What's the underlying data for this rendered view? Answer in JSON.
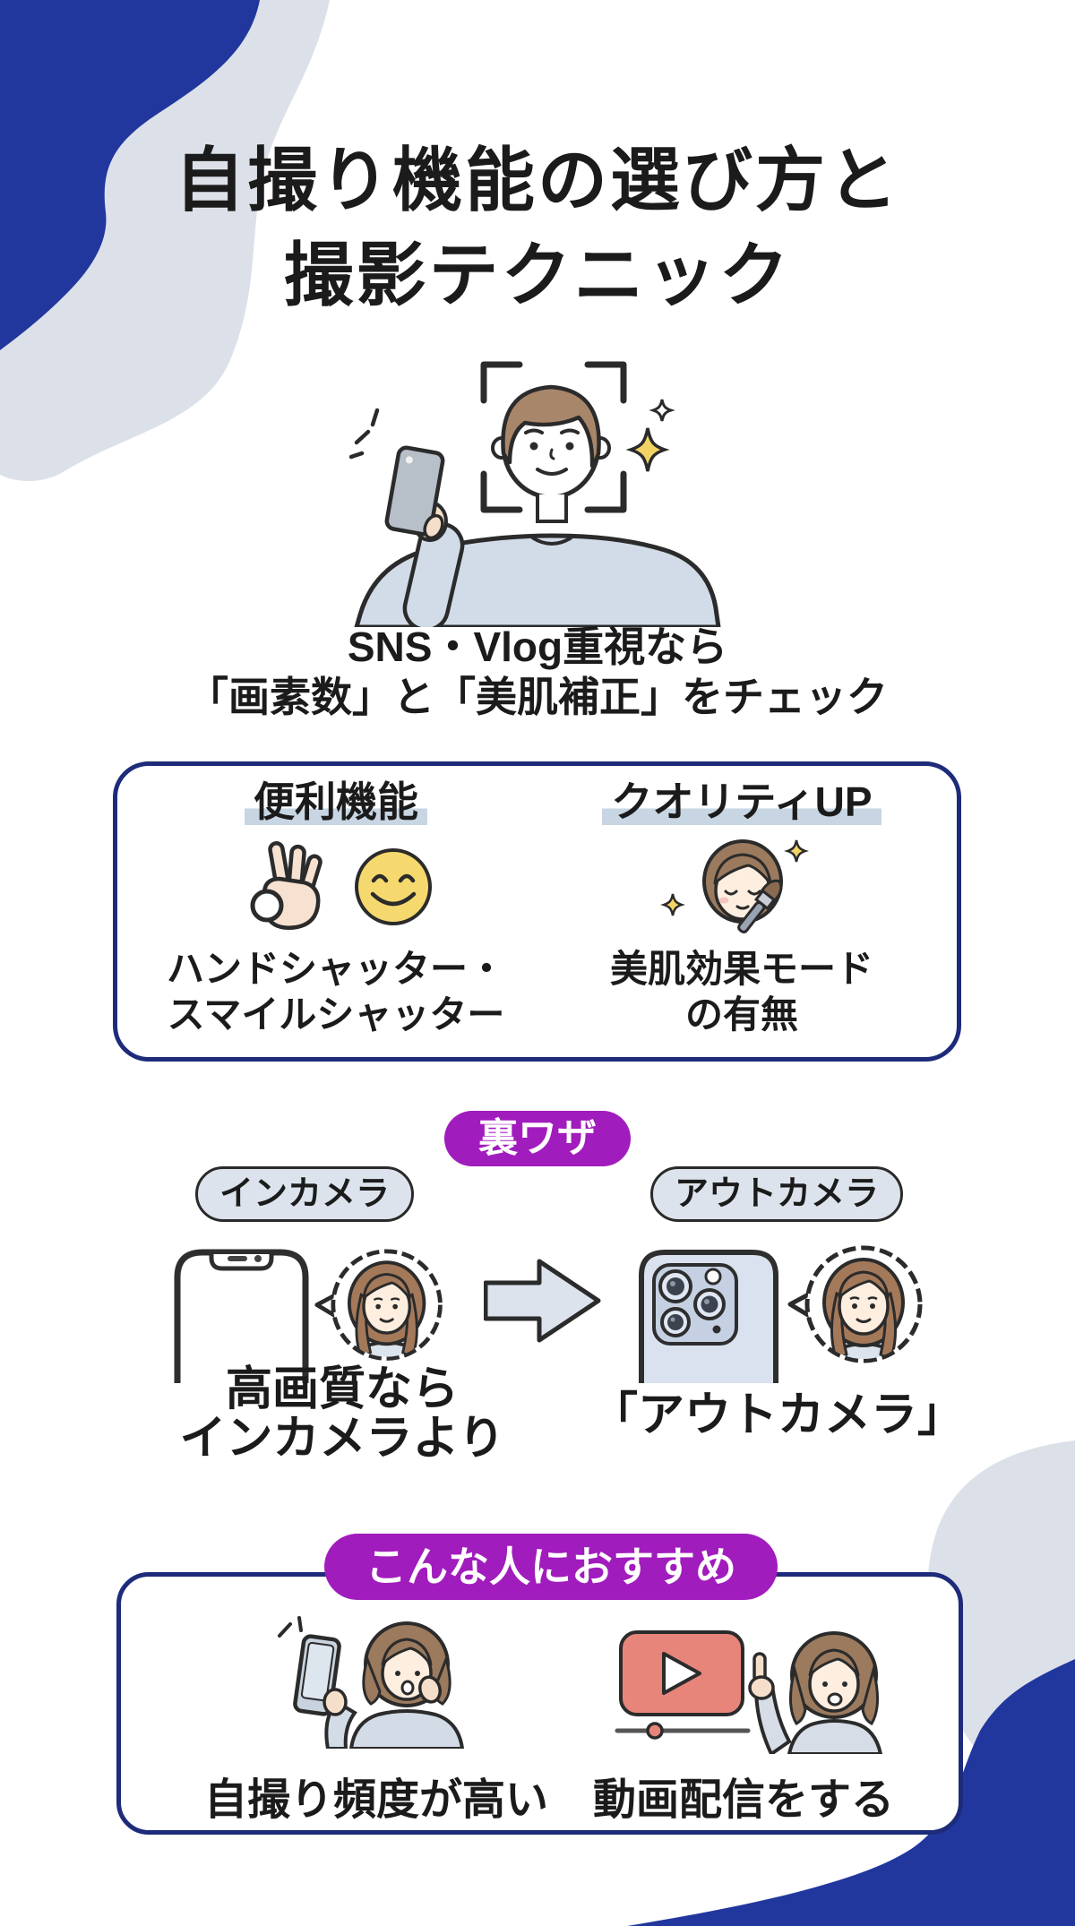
{
  "title": {
    "line1": "自撮り機能の選び方と",
    "line2": "撮影テクニック"
  },
  "intro": {
    "line1": "SNS・Vlog重視なら",
    "line2": "「画素数」と「美肌補正」をチェック"
  },
  "features_box": {
    "left": {
      "label": "便利機能",
      "caption_line1": "ハンドシャッター・",
      "caption_line2": "スマイルシャッター"
    },
    "right": {
      "label": "クオリティUP",
      "caption_line1": "美肌効果モード",
      "caption_line2": "の有無"
    }
  },
  "trick_section": {
    "badge": "裏ワザ",
    "in_camera_pill": "インカメラ",
    "out_camera_pill": "アウトカメラ",
    "left_caption_line1": "高画質なら",
    "left_caption_line2": "インカメラより",
    "right_caption": "「アウトカメラ」"
  },
  "recommend_box": {
    "badge": "こんな人におすすめ",
    "left_caption": "自撮り頻度が高い",
    "right_caption": "動画配信をする"
  },
  "icons": {
    "ok_hand": "ok-hand-icon",
    "smile": "smile-emoji-icon",
    "beauty_brush": "beauty-brush-woman-icon",
    "in_phone": "front-camera-phone-icon",
    "out_phone": "rear-camera-phone-icon",
    "arrow": "arrow-right-icon",
    "bubble_face": "woman-face-speech-bubble-icon",
    "video_player": "video-player-icon"
  },
  "colors": {
    "accent_navy": "#21379E",
    "border_navy": "#1d2b7a",
    "accent_purple": "#a11cbd",
    "blob_gray": "#dce1e9",
    "pill_gray": "#dce3ec",
    "label_highlight": "#c8d6e3",
    "smiley_yellow": "#f6d96e",
    "player_salmon": "#e8857b",
    "text_dark": "#1b1b1b"
  }
}
